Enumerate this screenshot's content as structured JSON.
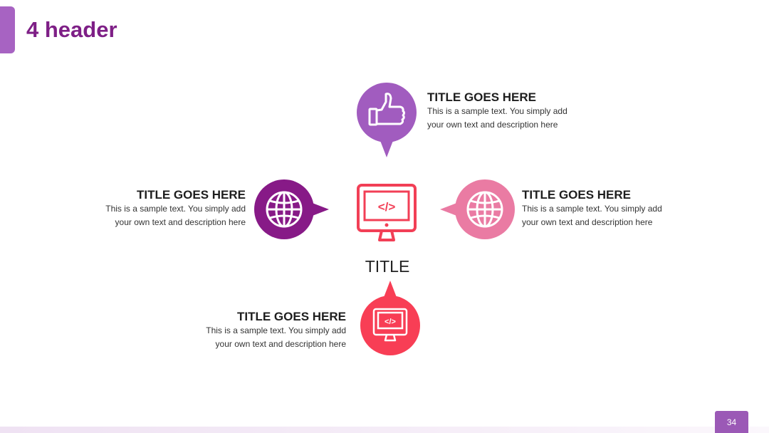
{
  "slide": {
    "title": "4 header",
    "page_number": "34",
    "center_label": "TITLE"
  },
  "colors": {
    "accent": "#a763c2",
    "title_text": "#7e1f86",
    "top_node": "#a15cbf",
    "left_node": "#871a87",
    "right_node": "#ea7ba3",
    "bottom_node": "#f83e55",
    "center_icon": "#f23f56"
  },
  "blocks": {
    "top": {
      "title": "TITLE GOES HERE",
      "line1": "This is a sample text. You simply add",
      "line2": "your own text and description here",
      "icon": "thumbs-up-icon"
    },
    "left": {
      "title": "TITLE GOES HERE",
      "line1": "This is a sample text. You simply add",
      "line2": "your own text and description here",
      "icon": "globe-icon"
    },
    "right": {
      "title": "TITLE GOES HERE",
      "line1": "This is a sample text. You simply add",
      "line2": "your own text and description here",
      "icon": "globe-icon"
    },
    "bottom": {
      "title": "TITLE GOES HERE",
      "line1": "This is a sample text. You simply add",
      "line2": "your own text and description here",
      "icon": "computer-code-icon"
    }
  },
  "center": {
    "icon": "computer-code-icon",
    "code_symbol": "</>"
  }
}
